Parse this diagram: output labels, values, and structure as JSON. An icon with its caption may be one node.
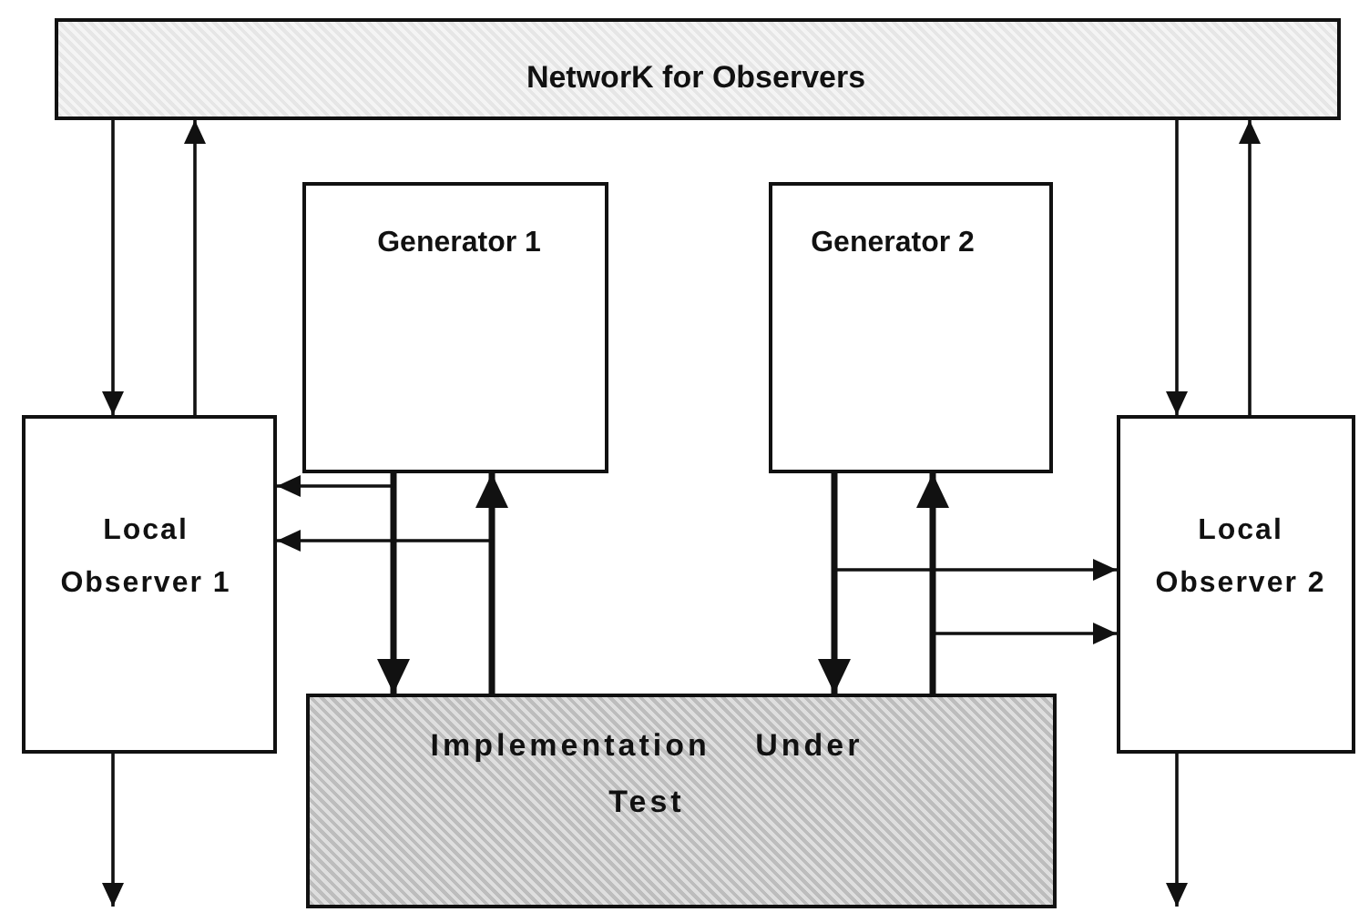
{
  "diagram": {
    "nodes": [
      {
        "text": [
          "NetworK for Observers"
        ]
      },
      {
        "text": [
          "Generator 1"
        ]
      },
      {
        "text": [
          "Generator 2"
        ]
      },
      {
        "text": [
          "Local Observer 1"
        ]
      },
      {
        "text": [
          "Local Observer 2"
        ]
      },
      {
        "text": [
          "Implementation Under Test"
        ]
      }
    ],
    "edges": [
      {
        "from": 0,
        "to": 3,
        "arrow": "to"
      },
      {
        "from": 3,
        "to": 0,
        "arrow": "to"
      },
      {
        "from": 0,
        "to": 4,
        "arrow": "to"
      },
      {
        "from": 4,
        "to": 0,
        "arrow": "to"
      },
      {
        "from": 1,
        "to": 5,
        "arrow": "to",
        "style": "thick"
      },
      {
        "from": 1,
        "to": 3,
        "arrow": "to"
      },
      {
        "from": 5,
        "to": 1,
        "arrow": "to",
        "style": "thick"
      },
      {
        "from": 5,
        "to": 3,
        "arrow": "to"
      },
      {
        "from": 2,
        "to": 5,
        "arrow": "to",
        "style": "thick"
      },
      {
        "from": 2,
        "to": 4,
        "arrow": "to"
      },
      {
        "from": 5,
        "to": 2,
        "arrow": "to",
        "style": "thick"
      },
      {
        "from": 5,
        "to": 4,
        "arrow": "to"
      },
      {
        "from": 3,
        "to": null,
        "arrow": "to"
      },
      {
        "from": 4,
        "to": null,
        "arrow": "to"
      }
    ]
  }
}
